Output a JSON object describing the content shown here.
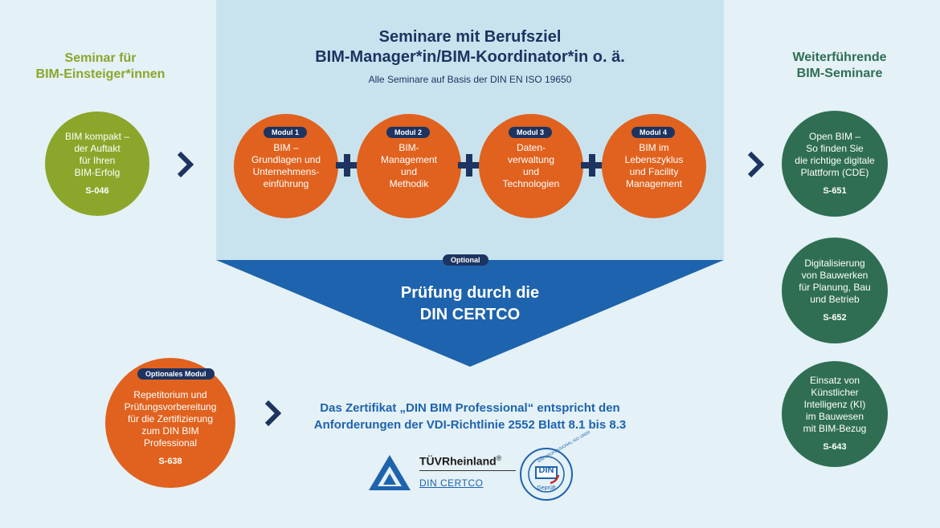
{
  "center": {
    "title_line1": "Seminare mit Berufsziel",
    "title_line2": "BIM-Manager*in/BIM-Koordinator*in o. ä.",
    "subtitle": "Alle Seminare auf Basis der DIN EN ISO 19650"
  },
  "left": {
    "title_line1": "Seminar für",
    "title_line2": "BIM-Einsteiger*innen",
    "seminar": {
      "lines": [
        "BIM kompakt –",
        "der Auftakt",
        "für Ihren",
        "BIM-Erfolg"
      ],
      "code": "S-046"
    }
  },
  "modules": [
    {
      "badge": "Modul 1",
      "lines": [
        "BIM –",
        "Grundlagen und",
        "Unternehmens-",
        "einführung"
      ]
    },
    {
      "badge": "Modul 2",
      "lines": [
        "BIM-",
        "Management",
        "und",
        "Methodik"
      ]
    },
    {
      "badge": "Modul 3",
      "lines": [
        "Daten-",
        "verwaltung",
        "und",
        "Technologien"
      ]
    },
    {
      "badge": "Modul 4",
      "lines": [
        "BIM im",
        "Lebenszyklus",
        "und Facility",
        "Management"
      ]
    }
  ],
  "exam": {
    "badge": "Optional",
    "line1": "Prüfung durch die",
    "line2": "DIN CERTCO"
  },
  "optional_module": {
    "badge": "Optionales Modul",
    "lines": [
      "Repetitorium und",
      "Prüfungsvorbereitung",
      "für die Zertifizierung",
      "zum DIN BIM",
      "Professional"
    ],
    "code": "S-638"
  },
  "certificate": {
    "line1": "Das Zertifikat „DIN BIM Professional“ entspricht den",
    "line2": "Anforderungen der VDI-Richtlinie 2552 Blatt 8.1 bis 8.3"
  },
  "right": {
    "title_line1": "Weiterführende",
    "title_line2": "BIM-Seminare",
    "seminars": [
      {
        "lines": [
          "Open BIM –",
          "So finden Sie",
          "die richtige digitale",
          "Plattform (CDE)"
        ],
        "code": "S-651"
      },
      {
        "lines": [
          "Digitalisierung",
          "von Bauwerken",
          "für Planung, Bau",
          "und Betrieb"
        ],
        "code": "S-652"
      },
      {
        "lines": [
          "Einsatz von",
          "Künstlicher",
          "Intelligenz (KI)",
          "im Bauwesen",
          "mit BIM-Bezug"
        ],
        "code": "S-643"
      }
    ]
  },
  "logos": {
    "tuv": "TÜVRheinland",
    "registered": "®",
    "dincertco": "DIN CERTCO",
    "seal_arc": "BIM PROFESSIONAL ISO 19650",
    "seal_din": "DIN",
    "seal_gepruft": "Geprüft"
  },
  "icons": {
    "chevron": "chevron-right-icon",
    "plus": "plus-icon"
  },
  "colors": {
    "navy": "#1d3461",
    "green": "#8ba62a",
    "orange": "#e0621e",
    "dark_green": "#2f6e52",
    "blue": "#1e63ad",
    "panel": "#c9e3ee",
    "background": "#e4f1f7"
  }
}
